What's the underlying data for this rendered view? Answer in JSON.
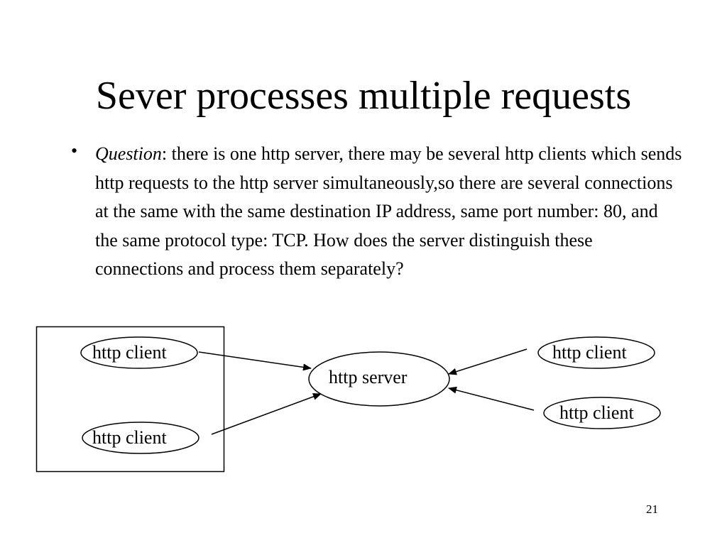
{
  "slide": {
    "title": "Sever processes multiple requests",
    "bullet_marker": "•",
    "question_label": "Question",
    "question_text": ": there is one http server, there may be several http clients which sends http requests to the http server simultaneously,so there are several connections at the same with the same destination IP address,  same port number: 80, and the same protocol type: TCP. How does the server distinguish these connections and process them separately?",
    "page_number": "21"
  },
  "diagram": {
    "server_label": "http server",
    "client_top_left": "http client",
    "client_bottom_left": "http client",
    "client_top_right": "http client",
    "client_bottom_right": "http client"
  }
}
